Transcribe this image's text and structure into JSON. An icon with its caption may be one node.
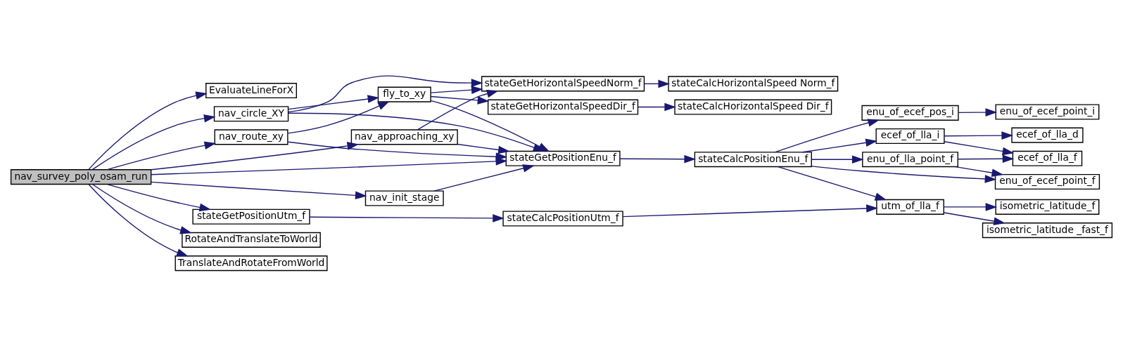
{
  "diagram": {
    "nodes": [
      {
        "text": [
          "nav_survey_poly_osam_run"
        ]
      },
      {
        "text": [
          "EvaluateLineForX"
        ]
      },
      {
        "text": [
          "nav_approaching_xy"
        ]
      },
      {
        "text": [
          "nav_circle_XY"
        ]
      },
      {
        "text": [
          "nav_route_xy"
        ]
      },
      {
        "text": [
          "nav_init_stage"
        ]
      },
      {
        "text": [
          "stateGetPositionUtm_f"
        ]
      },
      {
        "text": [
          "RotateAndTranslateToWorld"
        ]
      },
      {
        "text": [
          "TranslateAndRotateFromWorld"
        ]
      },
      {
        "text": [
          "stateGetHorizontalSpeedNorm_f"
        ]
      },
      {
        "text": [
          "fly_to_xy"
        ]
      },
      {
        "text": [
          "stateGetPositionEnu_f"
        ]
      },
      {
        "text": [
          "stateCalcPositionUtm_f"
        ]
      },
      {
        "text": [
          "stateCalcHorizontalSpeed Norm_f"
        ]
      },
      {
        "text": [
          "stateGetHorizontalSpeedDir_f"
        ]
      },
      {
        "text": [
          "stateCalcHorizontalSpeed Dir_f"
        ]
      },
      {
        "text": [
          "stateCalcPositionEnu_f"
        ]
      },
      {
        "text": [
          "enu_of_ecef_pos_i"
        ]
      },
      {
        "text": [
          "enu_of_ecef_point_f"
        ]
      },
      {
        "text": [
          "enu_of_lla_point_f"
        ]
      },
      {
        "text": [
          "ecef_of_lla_i"
        ]
      },
      {
        "text": [
          "utm_of_lla_f"
        ]
      },
      {
        "text": [
          "enu_of_ecef_point_i"
        ]
      },
      {
        "text": [
          "ecef_of_lla_f"
        ]
      },
      {
        "text": [
          "ecef_of_lla_d"
        ]
      },
      {
        "text": [
          "isometric_latitude_f"
        ]
      },
      {
        "text": [
          "isometric_latitude _fast_f"
        ]
      }
    ],
    "edges": [
      {
        "from": 0,
        "to": 1,
        "arrow": "to"
      },
      {
        "from": 0,
        "to": 2,
        "arrow": "to"
      },
      {
        "from": 0,
        "to": 3,
        "arrow": "to"
      },
      {
        "from": 0,
        "to": 4,
        "arrow": "to"
      },
      {
        "from": 0,
        "to": 11,
        "arrow": "to"
      },
      {
        "from": 0,
        "to": 5,
        "arrow": "to"
      },
      {
        "from": 0,
        "to": 6,
        "arrow": "to"
      },
      {
        "from": 0,
        "to": 7,
        "arrow": "to"
      },
      {
        "from": 0,
        "to": 8,
        "arrow": "to"
      },
      {
        "from": 2,
        "to": 9,
        "arrow": "to"
      },
      {
        "from": 2,
        "to": 11,
        "arrow": "to"
      },
      {
        "from": 3,
        "to": 9,
        "arrow": "to"
      },
      {
        "from": 3,
        "to": 10,
        "arrow": "to"
      },
      {
        "from": 3,
        "to": 11,
        "arrow": "to"
      },
      {
        "from": 4,
        "to": 10,
        "arrow": "to"
      },
      {
        "from": 4,
        "to": 11,
        "arrow": "to"
      },
      {
        "from": 5,
        "to": 11,
        "arrow": "to"
      },
      {
        "from": 10,
        "to": 9,
        "arrow": "to"
      },
      {
        "from": 10,
        "to": 14,
        "arrow": "to"
      },
      {
        "from": 10,
        "to": 11,
        "arrow": "to"
      },
      {
        "from": 9,
        "to": 13,
        "arrow": "to"
      },
      {
        "from": 14,
        "to": 15,
        "arrow": "to"
      },
      {
        "from": 11,
        "to": 16,
        "arrow": "to"
      },
      {
        "from": 6,
        "to": 12,
        "arrow": "to"
      },
      {
        "from": 12,
        "to": 21,
        "arrow": "to"
      },
      {
        "from": 16,
        "to": 17,
        "arrow": "to"
      },
      {
        "from": 16,
        "to": 18,
        "arrow": "to"
      },
      {
        "from": 16,
        "to": 19,
        "arrow": "to"
      },
      {
        "from": 16,
        "to": 20,
        "arrow": "to"
      },
      {
        "from": 16,
        "to": 21,
        "arrow": "to"
      },
      {
        "from": 17,
        "to": 22,
        "arrow": "to"
      },
      {
        "from": 19,
        "to": 18,
        "arrow": "to"
      },
      {
        "from": 19,
        "to": 23,
        "arrow": "to"
      },
      {
        "from": 20,
        "to": 23,
        "arrow": "to"
      },
      {
        "from": 20,
        "to": 24,
        "arrow": "to"
      },
      {
        "from": 21,
        "to": 25,
        "arrow": "to"
      },
      {
        "from": 21,
        "to": 26,
        "arrow": "to"
      }
    ]
  }
}
